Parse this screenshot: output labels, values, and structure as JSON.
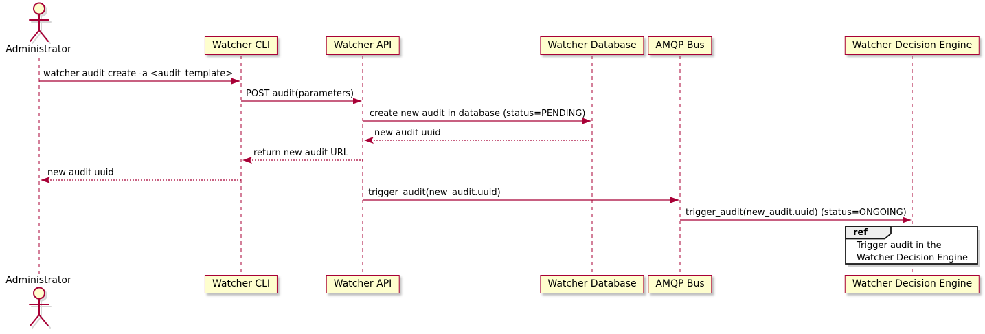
{
  "diagram": {
    "type": "sequence-diagram",
    "colors": {
      "line": "#A80036",
      "participant_fill": "#FEFECE",
      "participant_border": "#A80036",
      "text": "#000000",
      "ref_fill": "#FFFFFF",
      "ref_tab_fill": "#EEEEEE",
      "ref_border": "#181818",
      "background": "#FFFFFF"
    }
  },
  "participants": [
    {
      "name": "Administrator",
      "kind": "actor"
    },
    {
      "name": "Watcher CLI",
      "kind": "box"
    },
    {
      "name": "Watcher API",
      "kind": "box"
    },
    {
      "name": "Watcher Database",
      "kind": "box"
    },
    {
      "name": "AMQP Bus",
      "kind": "box"
    },
    {
      "name": "Watcher Decision Engine",
      "kind": "box"
    }
  ],
  "messages": [
    {
      "label": "watcher audit create -a <audit_template>",
      "from": "Administrator",
      "to": "Watcher CLI",
      "style": "solid"
    },
    {
      "label": "POST audit(parameters)",
      "from": "Watcher CLI",
      "to": "Watcher API",
      "style": "solid"
    },
    {
      "label": "create new audit in database (status=PENDING)",
      "from": "Watcher API",
      "to": "Watcher Database",
      "style": "solid"
    },
    {
      "label": "new audit uuid",
      "from": "Watcher Database",
      "to": "Watcher API",
      "style": "dotted"
    },
    {
      "label": "return new audit URL",
      "from": "Watcher API",
      "to": "Watcher CLI",
      "style": "dotted"
    },
    {
      "label": "new audit uuid",
      "from": "Watcher CLI",
      "to": "Administrator",
      "style": "dotted"
    },
    {
      "label": "trigger_audit(new_audit.uuid)",
      "from": "Watcher API",
      "to": "AMQP Bus",
      "style": "solid"
    },
    {
      "label": "trigger_audit(new_audit.uuid) (status=ONGOING)",
      "from": "AMQP Bus",
      "to": "Watcher Decision Engine",
      "style": "solid"
    }
  ],
  "ref": {
    "keyword": "ref",
    "lines": [
      "Trigger audit in the",
      "Watcher Decision Engine"
    ],
    "over": "Watcher Decision Engine"
  }
}
